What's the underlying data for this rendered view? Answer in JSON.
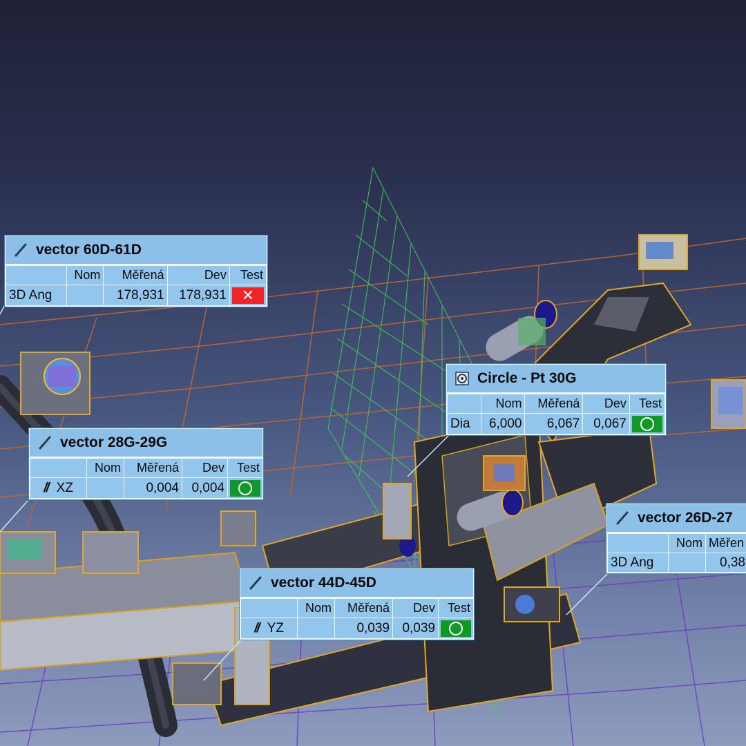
{
  "colors": {
    "panel_bg": "#8fc3ea",
    "fail": "#f0242a",
    "pass": "#0f9a27",
    "grid_orange": "#d06a2a",
    "grid_purple": "#6a3cc8",
    "grid_green": "#3fcf5a"
  },
  "panels": {
    "p1": {
      "icon": "vector-icon",
      "title": "vector 60D-61D",
      "headers": {
        "nom": "Nom",
        "mer": "Měřená",
        "dev": "Dev",
        "test": "Test"
      },
      "label": "3D Ang",
      "nom": "",
      "mer": "178,931",
      "dev": "178,931",
      "status": "fail",
      "fail_glyph": "✕"
    },
    "p2": {
      "icon": "circle-icon",
      "title": "Circle - Pt 30G",
      "headers": {
        "nom": "Nom",
        "mer": "Měřená",
        "dev": "Dev",
        "test": "Test"
      },
      "label": "Dia",
      "nom": "6,000",
      "mer": "6,067",
      "dev": "0,067",
      "status": "pass"
    },
    "p3": {
      "icon": "vector-icon",
      "title": "vector 28G-29G",
      "headers": {
        "nom": "Nom",
        "mer": "Měřená",
        "dev": "Dev",
        "test": "Test"
      },
      "label_icon": "//",
      "label": "XZ",
      "nom": "",
      "mer": "0,004",
      "dev": "0,004",
      "status": "pass"
    },
    "p4": {
      "icon": "vector-icon",
      "title": "vector 26D-27",
      "headers": {
        "nom": "Nom",
        "mer": "Měřen"
      },
      "label": "3D Ang",
      "nom": "",
      "mer": "0,38"
    },
    "p5": {
      "icon": "vector-icon",
      "title": "vector 44D-45D",
      "headers": {
        "nom": "Nom",
        "mer": "Měřená",
        "dev": "Dev",
        "test": "Test"
      },
      "label_icon": "//",
      "label": "YZ",
      "nom": "",
      "mer": "0,039",
      "dev": "0,039",
      "status": "pass"
    }
  }
}
